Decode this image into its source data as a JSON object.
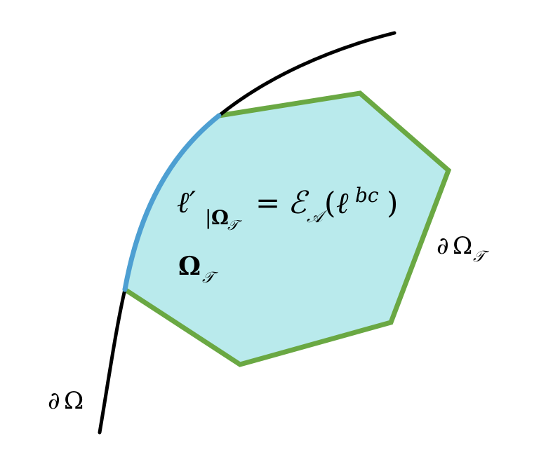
{
  "colors": {
    "domain_boundary": "#000000",
    "element_fill": "#b9eaec",
    "element_boundary": "#6aa843",
    "shared_boundary": "#4d9fd2"
  },
  "labels": {
    "domain_boundary": {
      "partial": "∂",
      "omega": "Ω"
    },
    "element_boundary": {
      "partial": "∂",
      "omega": "Ω",
      "sub": "𝒯"
    },
    "element": {
      "omega": "Ω",
      "sub": "𝒯"
    },
    "equation": {
      "ell": "ℓ′",
      "restrict_bar": "|",
      "restrict_omega": "Ω",
      "restrict_sub": "𝒯",
      "equals": "=",
      "operator": "ℰ",
      "operator_sub": "𝒜",
      "lparen": "(",
      "arg": "ℓ",
      "arg_sup": "bc",
      "rparen": ")"
    }
  }
}
